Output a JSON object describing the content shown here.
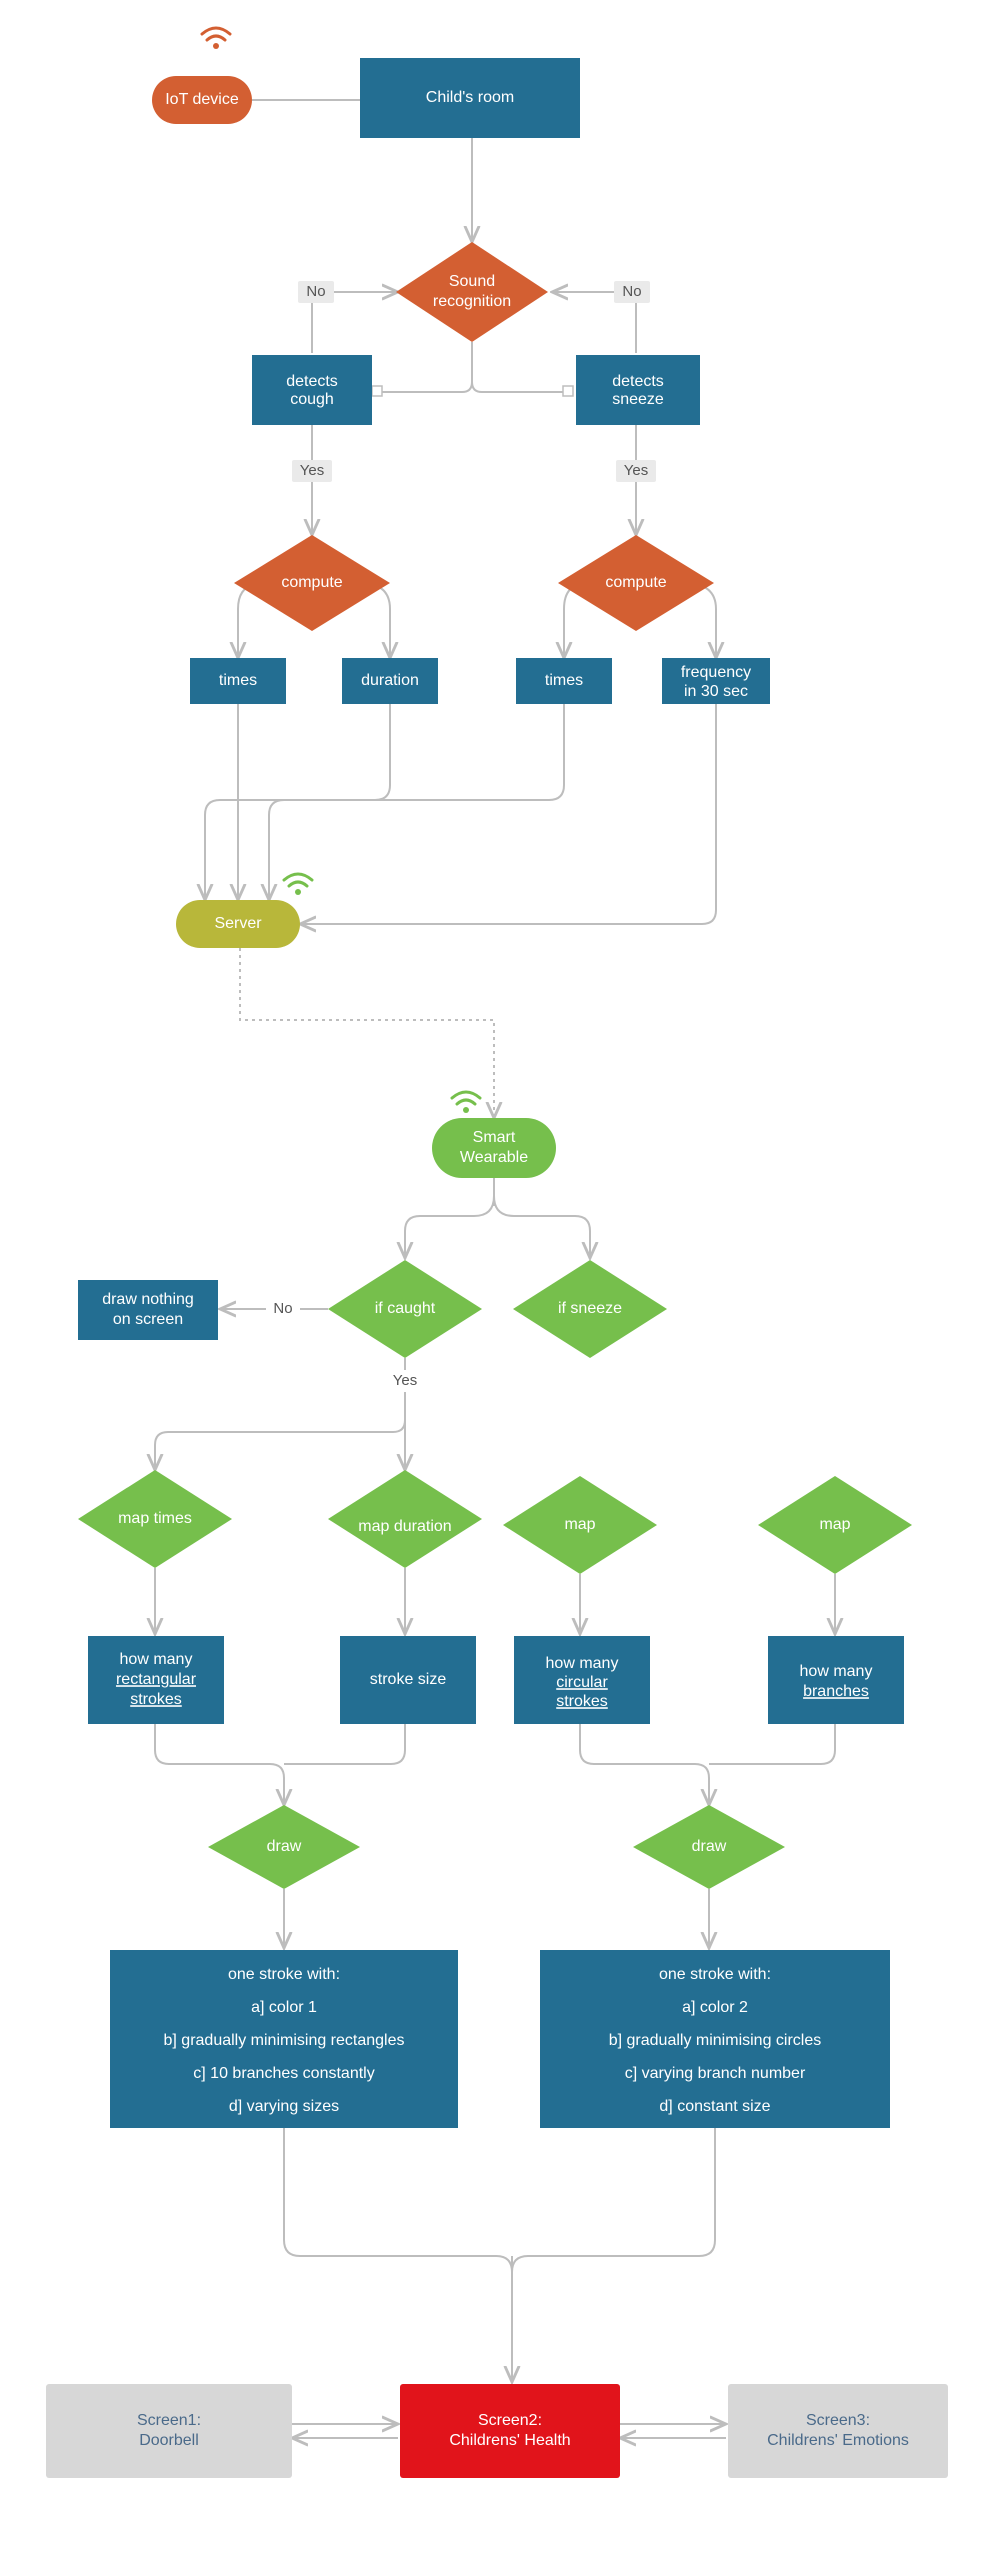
{
  "colors": {
    "blue": "#236e92",
    "orange": "#d35f32",
    "green": "#76bf4c",
    "olive": "#b8b73a",
    "red": "#e1141b",
    "grey": "#d7d7d7",
    "line": "#bdbdbd"
  },
  "nodes": {
    "iot_device": "IoT device",
    "childs_room": "Child's room",
    "sound_recognition": [
      "Sound",
      "recognition"
    ],
    "detects_cough": [
      "detects",
      "cough"
    ],
    "detects_sneeze": [
      "detects",
      "sneeze"
    ],
    "compute_left": "compute",
    "compute_right": "compute",
    "times_left": "times",
    "duration": "duration",
    "times_right": "times",
    "frequency": [
      "frequency",
      "in 30 sec"
    ],
    "server": "Server",
    "smart_wearable": [
      "Smart",
      "Wearable"
    ],
    "draw_nothing": [
      "draw nothing",
      "on screen"
    ],
    "if_caught": "if caught",
    "if_sneeze": "if sneeze",
    "map_times": "map times",
    "map_duration": "map duration",
    "map_left": "map",
    "map_right": "map",
    "rect_strokes": [
      "how many",
      "rectangular",
      "strokes"
    ],
    "stroke_size": "stroke size",
    "circular_strokes": [
      "how many",
      "circular",
      "strokes"
    ],
    "branches": [
      "how many",
      "branches"
    ],
    "draw_left": "draw",
    "draw_right": "draw",
    "stroke_left": [
      "one stroke with:",
      "a] color 1",
      "b] gradually minimising rectangles",
      "c] 10 branches constantly",
      "d] varying sizes"
    ],
    "stroke_right": [
      "one stroke with:",
      "a] color 2",
      "b] gradually minimising circles",
      "c] varying branch number",
      "d] constant size"
    ],
    "screen1": [
      "Screen1:",
      "Doorbell"
    ],
    "screen2": [
      "Screen2:",
      "Childrens' Health"
    ],
    "screen3": [
      "Screen3:",
      "Childrens' Emotions"
    ]
  },
  "edge_labels": {
    "no_left": "No",
    "no_right": "No",
    "yes_left": "Yes",
    "yes_right": "Yes",
    "no_caught": "No",
    "yes_caught": "Yes"
  }
}
